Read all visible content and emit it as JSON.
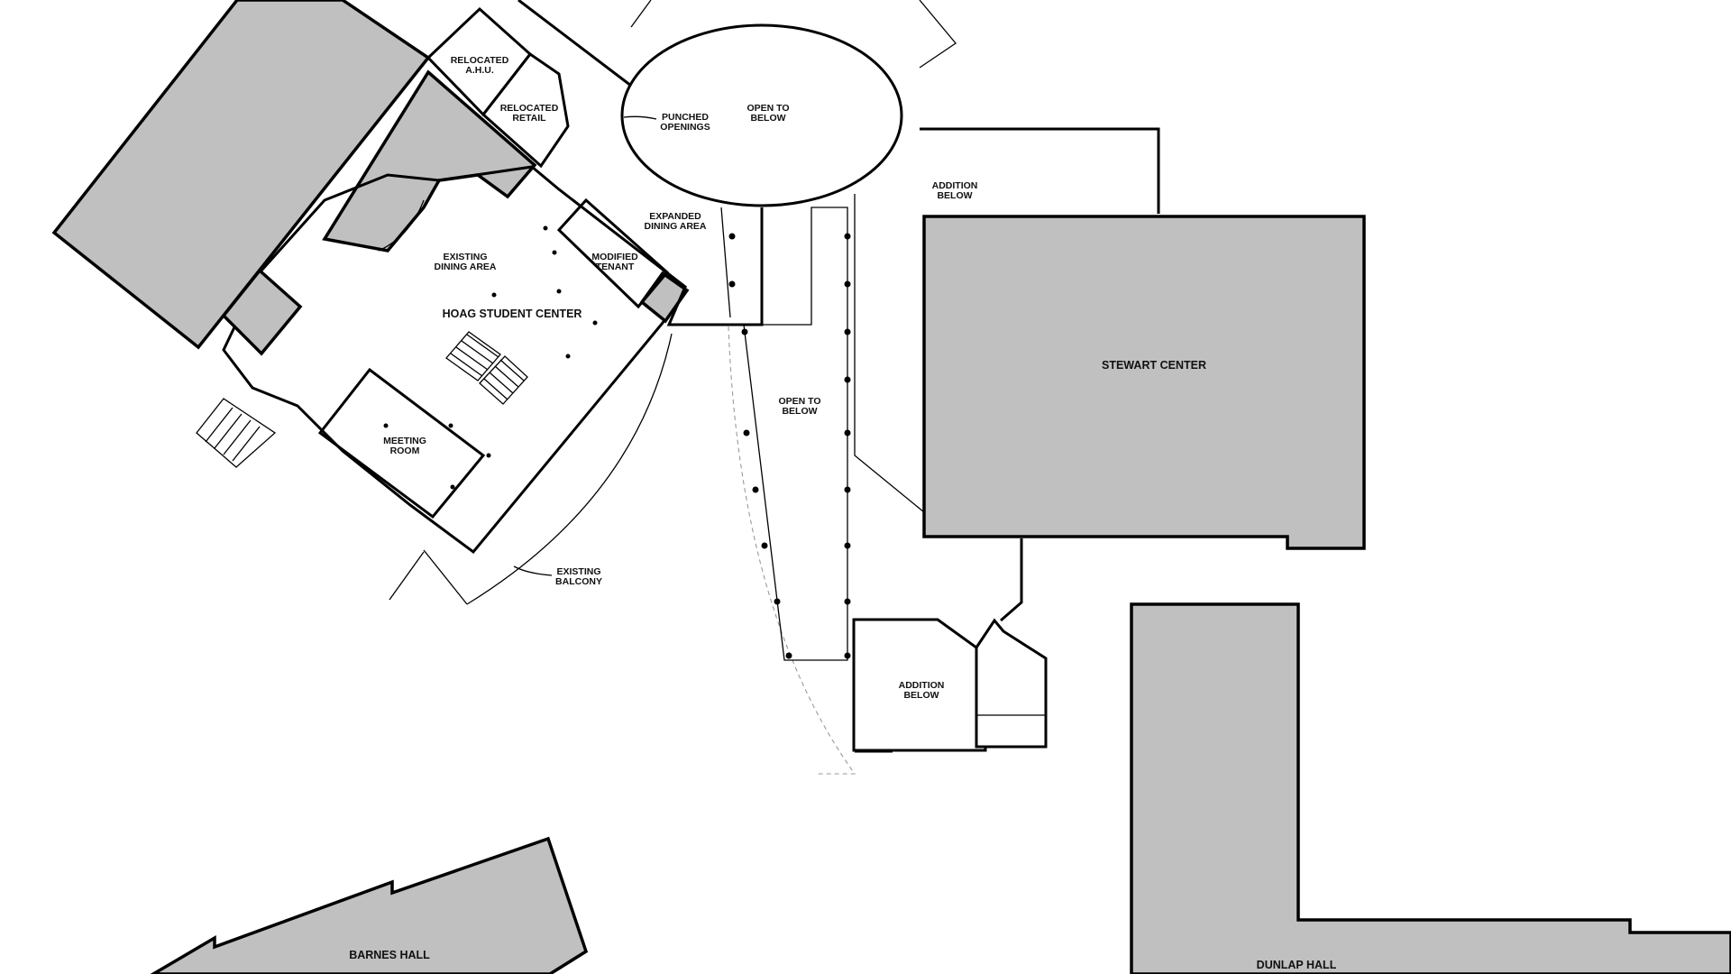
{
  "buildings": {
    "hoag": "HOAG STUDENT CENTER",
    "stewart": "STEWART CENTER",
    "barnes": "BARNES HALL",
    "dunlap": "DUNLAP HALL"
  },
  "rooms": {
    "relocated_ahu": [
      "RELOCATED",
      "A.H.U."
    ],
    "relocated_retail": [
      "RELOCATED",
      "RETAIL"
    ],
    "punched_openings": [
      "PUNCHED",
      "OPENINGS"
    ],
    "open_to_below_top": [
      "OPEN TO",
      "BELOW"
    ],
    "addition_below_top": [
      "ADDITION",
      "BELOW"
    ],
    "expanded_dining": [
      "EXPANDED",
      "DINING AREA"
    ],
    "existing_dining": [
      "EXISTING",
      "DINING AREA"
    ],
    "modified_tenant": [
      "MODIFIED",
      "TENANT"
    ],
    "open_to_below_mid": [
      "OPEN TO",
      "BELOW"
    ],
    "meeting_room": [
      "MEETING",
      "ROOM"
    ],
    "existing_balcony": [
      "EXISTING",
      "BALCONY"
    ],
    "addition_below_bottom": [
      "ADDITION",
      "BELOW"
    ]
  }
}
